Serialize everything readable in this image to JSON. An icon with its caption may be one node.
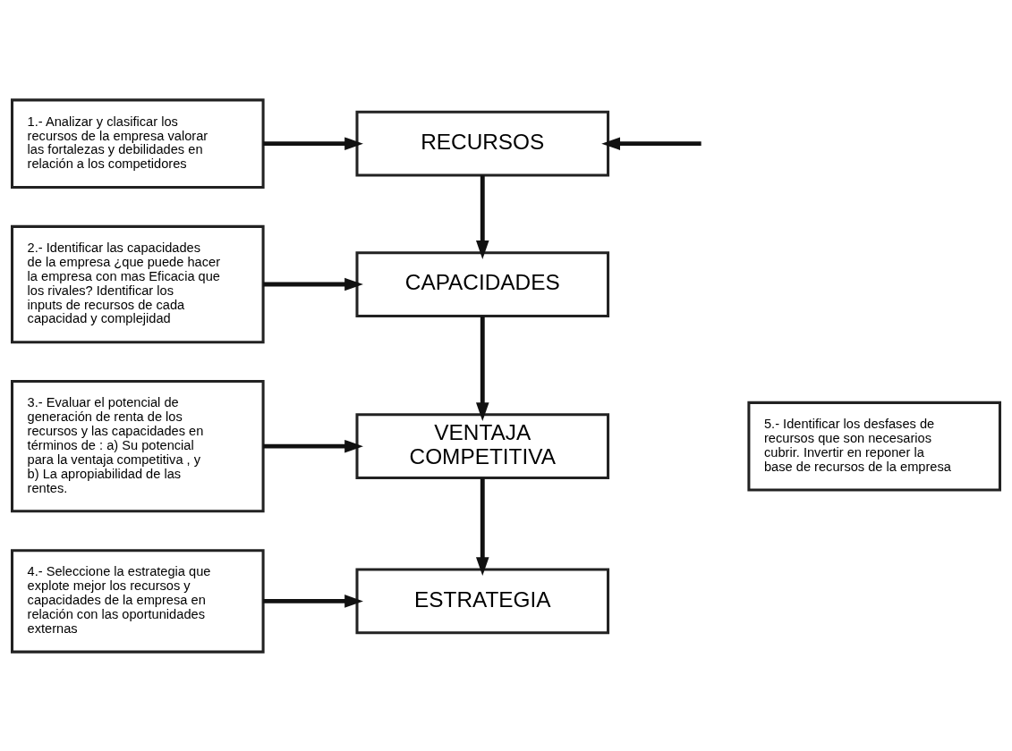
{
  "diagram": {
    "nodes": [
      {
        "text": [
          "1.- Analizar y clasificar los recursos de la empresa valorar las fortalezas y debilidades en relación a los competidores"
        ]
      },
      {
        "text": [
          "RECURSOS"
        ]
      },
      {
        "text": [
          "2.- Identificar las capacidades de la empresa ¿que puede hacer la empresa con mas Eficacia que los rivales? Identificar los inputs de recursos de cada capacidad y complejidad"
        ]
      },
      {
        "text": [
          "CAPACIDADES"
        ]
      },
      {
        "text": [
          "3.- Evaluar el potencial de generación de renta de los recursos y las capacidades en términos de : a) Su potencial para la ventaja competitiva , y b) La apropiabilidad de las rentes."
        ]
      },
      {
        "text": [
          "VENTAJA COMPETITIVA"
        ]
      },
      {
        "text": [
          "4.- Seleccione la estrategia que explote mejor los recursos y capacidades de la empresa en relación con las oportunidades externas"
        ]
      },
      {
        "text": [
          "ESTRATEGIA"
        ]
      },
      {
        "text": [
          "5.- Identificar los desfases de recursos que son necesarios cubrir. Invertir en reponer la base de recursos de la empresa"
        ]
      }
    ],
    "edges": [
      {
        "from": 0,
        "to": 1,
        "arrow": "to"
      },
      {
        "from": null,
        "to": 1,
        "arrow": "to"
      },
      {
        "from": 1,
        "to": 3,
        "arrow": "to"
      },
      {
        "from": 2,
        "to": 3,
        "arrow": "to"
      },
      {
        "from": 3,
        "to": 5,
        "arrow": "to"
      },
      {
        "from": 4,
        "to": 5,
        "arrow": "to"
      },
      {
        "from": 5,
        "to": 7,
        "arrow": "to"
      },
      {
        "from": 6,
        "to": 7,
        "arrow": "to"
      }
    ]
  }
}
